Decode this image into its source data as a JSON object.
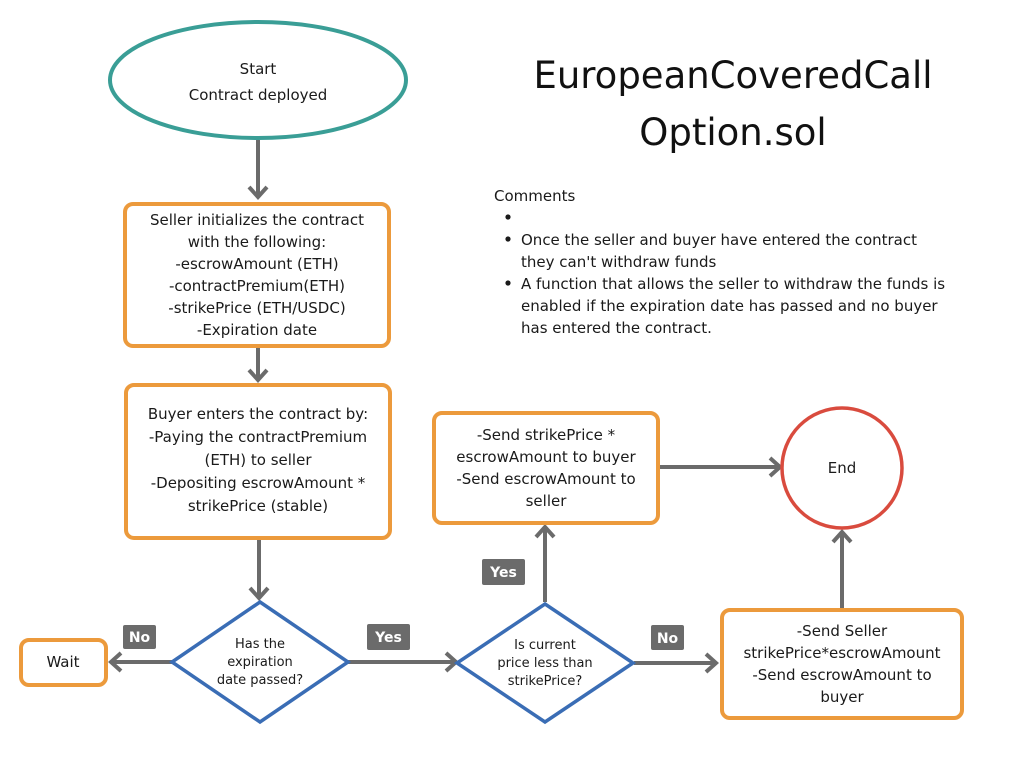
{
  "title": [
    "EuropeanCoveredCall",
    "Option.sol"
  ],
  "comments": {
    "heading": "Comments",
    "items": [
      [
        ""
      ],
      [
        "Once the seller and buyer have entered the contract",
        "they can't withdraw funds"
      ],
      [
        "A function that allows the seller to withdraw the funds is",
        "enabled if the expiration date has passed and no buyer",
        "has entered the contract."
      ]
    ]
  },
  "nodes": {
    "start": [
      "Start",
      "Contract deployed"
    ],
    "init": [
      "Seller initializes the contract",
      "with the following:",
      "-escrowAmount (ETH)",
      "-contractPremium(ETH)",
      "-strikePrice (ETH/USDC)",
      "-Expiration date"
    ],
    "buyer": [
      "Buyer enters the contract by:",
      "-Paying the contractPremium",
      "(ETH) to seller",
      "-Depositing escrowAmount *",
      "strikePrice (stable)"
    ],
    "expired": [
      "Has the",
      "expiration",
      "date passed?"
    ],
    "wait": [
      "Wait"
    ],
    "price": [
      "Is current",
      "price less than",
      "strikePrice?"
    ],
    "send_buyer": [
      "-Send strikePrice *",
      "escrowAmount to buyer",
      "-Send escrowAmount to",
      "seller"
    ],
    "send_seller": [
      "-Send Seller",
      "strikePrice*escrowAmount",
      "-Send escrowAmount to",
      "buyer"
    ],
    "end": [
      "End"
    ]
  },
  "labels": {
    "no_wait": "No",
    "yes_price": "Yes",
    "yes_up": "Yes",
    "no_right": "No"
  },
  "colors": {
    "start_stroke": "#3a9e96",
    "process_stroke": "#ec9a3c",
    "decision_stroke": "#3a6db5",
    "end_stroke": "#d94b3e",
    "arrow": "#6b6b6b",
    "badge": "#6b6b6b"
  }
}
